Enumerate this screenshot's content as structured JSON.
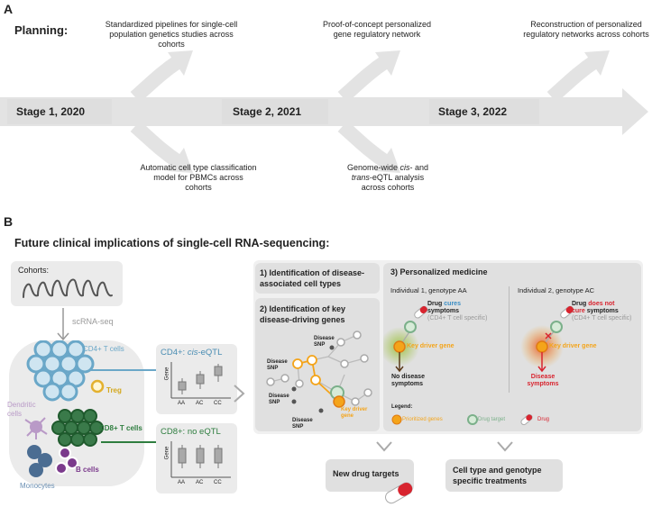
{
  "panel_a": {
    "letter": "A",
    "planning": "Planning:",
    "stages": [
      "Stage 1, 2020",
      "Stage 2, 2021",
      "Stage 3, 2022"
    ],
    "notes_up": [
      "Standardized pipelines for single-cell population genetics studies across cohorts",
      "Proof-of-concept personalized gene regulatory network",
      "Reconstruction of personalized regulatory networks across cohorts"
    ],
    "notes_down_1": "Automatic cell type classification model for PBMCs across cohorts",
    "note_down_2": {
      "l1": "Genome-wide ",
      "l1_italic": "cis",
      "l1_end": "- and",
      "l2_italic": "trans",
      "l2_end": "-eQTL analysis",
      "l3": "across cohorts"
    }
  },
  "panel_b": {
    "letter": "B",
    "title": "Future clinical implications of single-cell RNA-sequencing:",
    "cohorts": "Cohorts:",
    "scrna": "scRNA-seq",
    "cells": {
      "cd4": "CD4+ T cells",
      "treg": "Treg",
      "dendritic": "Dendritic cells",
      "cd8": "CD8+ T cells",
      "bcells": "B cells",
      "monocytes": "Monocytes"
    },
    "eqtl_cd4": {
      "prefix": "CD4+: ",
      "italic": "cis",
      "suffix": "-eQTL",
      "ylabel": "Gene",
      "x": [
        "AA",
        "AC",
        "CC"
      ]
    },
    "eqtl_cd8": {
      "title": "CD8+: no eQTL",
      "ylabel": "Gene",
      "x": [
        "AA",
        "AC",
        "CC"
      ]
    },
    "box1": {
      "l1": "1) Identification of disease-",
      "l2": "associated cell types"
    },
    "box2": {
      "l1": "2) Identification of key",
      "l2": "disease-driving genes"
    },
    "network": {
      "snp1": "Disease SNP",
      "snp2": "Disease SNP",
      "snp3": "Disease SNP",
      "snp4": "Disease SNP",
      "kdg": "Key driver gene"
    },
    "box3": {
      "title": "3) Personalized medicine",
      "ind1": "Individual 1, genotype AA",
      "ind2": "Individual 2, genotype AC",
      "drug1_a": "Drug ",
      "drug1_b": "cures",
      "drug1_c": "symptoms",
      "drug1_d": "(CD4+ T cell specific)",
      "drug2_a": "Drug ",
      "drug2_b": "does not",
      "drug2_c": "cure",
      "drug2_d": " symptoms",
      "drug2_e": "(CD4+ T cell specific)",
      "kdg1": "Key driver gene",
      "kdg2": "Key driver gene",
      "no_disease": "No disease symptoms",
      "disease": "Disease symptoms",
      "legend_title": "Legend:",
      "legend_items": [
        "Prioritized genes",
        "Drug target",
        "Drug"
      ]
    },
    "out1": "New drug targets",
    "out2": {
      "l1": "Cell type and genotype",
      "l2": "specific treatments"
    }
  },
  "colors": {
    "blue": "#6aa7c8",
    "green": "#2e7d3f",
    "orange": "#f4a41a",
    "red": "#d8242f",
    "purple": "#8b4e9c",
    "gray": "#ebebeb",
    "arrow_gray": "#dcdcdc"
  }
}
